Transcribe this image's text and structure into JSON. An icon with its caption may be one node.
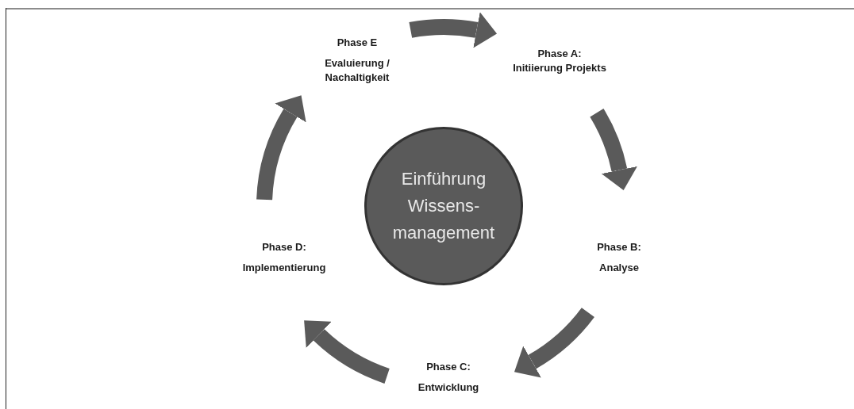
{
  "diagram": {
    "nodes": [
      {
        "text": [
          "Phase E",
          "Evaluierung / Nachaltigkeit"
        ]
      },
      {
        "text": [
          "Phase A:",
          "Initiierung Projekts"
        ]
      },
      {
        "text": [
          "Einführung Wissens- management"
        ]
      },
      {
        "text": [
          "Phase D:",
          "Implementierung"
        ]
      },
      {
        "text": [
          "Phase B:",
          "Analyse"
        ]
      },
      {
        "text": [
          "Phase C:",
          "Entwicklung"
        ]
      }
    ],
    "edges": [
      {
        "from": 0,
        "to": 1,
        "arrow": "to"
      },
      {
        "from": 1,
        "to": 4,
        "arrow": "to"
      },
      {
        "from": 4,
        "to": 5,
        "arrow": "to"
      },
      {
        "from": 5,
        "to": 3,
        "arrow": "to"
      },
      {
        "from": 3,
        "to": 0,
        "arrow": "to"
      }
    ]
  }
}
